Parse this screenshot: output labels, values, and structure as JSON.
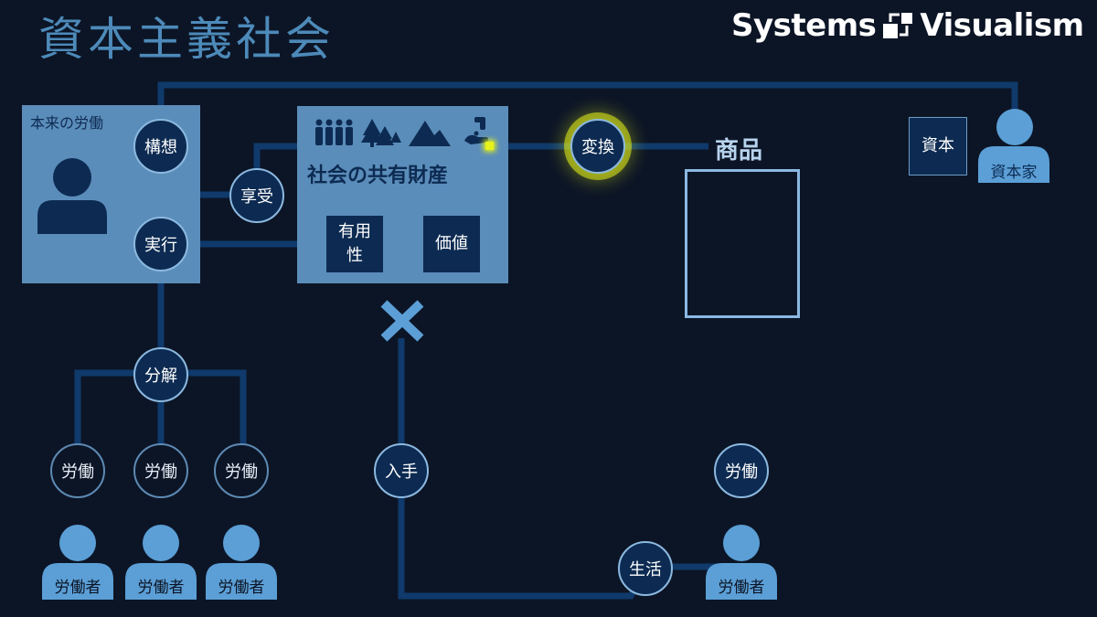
{
  "title": "資本主義社会",
  "logo": {
    "left": "Systems",
    "right": "Visualism"
  },
  "original_labor": {
    "label": "本来の労働"
  },
  "nodes": {
    "kousou": "構想",
    "jikkou": "実行",
    "bunkai": "分解",
    "kyouju": "享受",
    "henkan": "変換",
    "nyuushu": "入手",
    "seikatsu": "生活"
  },
  "common_property": {
    "title": "社会の共有財産",
    "usefulness": "有用\n性",
    "value": "価値"
  },
  "product": {
    "label": "商品"
  },
  "capital": {
    "label": "資本"
  },
  "capitalist": {
    "label": "資本家"
  },
  "labor_circles": [
    "労働",
    "労働",
    "労働"
  ],
  "workers": [
    "労働者",
    "労働者",
    "労働者"
  ],
  "worker_right": {
    "circle": "労働",
    "label": "労働者"
  },
  "colors": {
    "background": "#0c1526",
    "panel": "#5b8dba",
    "line": "#0f3a6b",
    "node_fill": "#0d2b52",
    "person": "#5b9fd6",
    "highlight": "#e6f21a",
    "title": "#4d8ab9"
  }
}
